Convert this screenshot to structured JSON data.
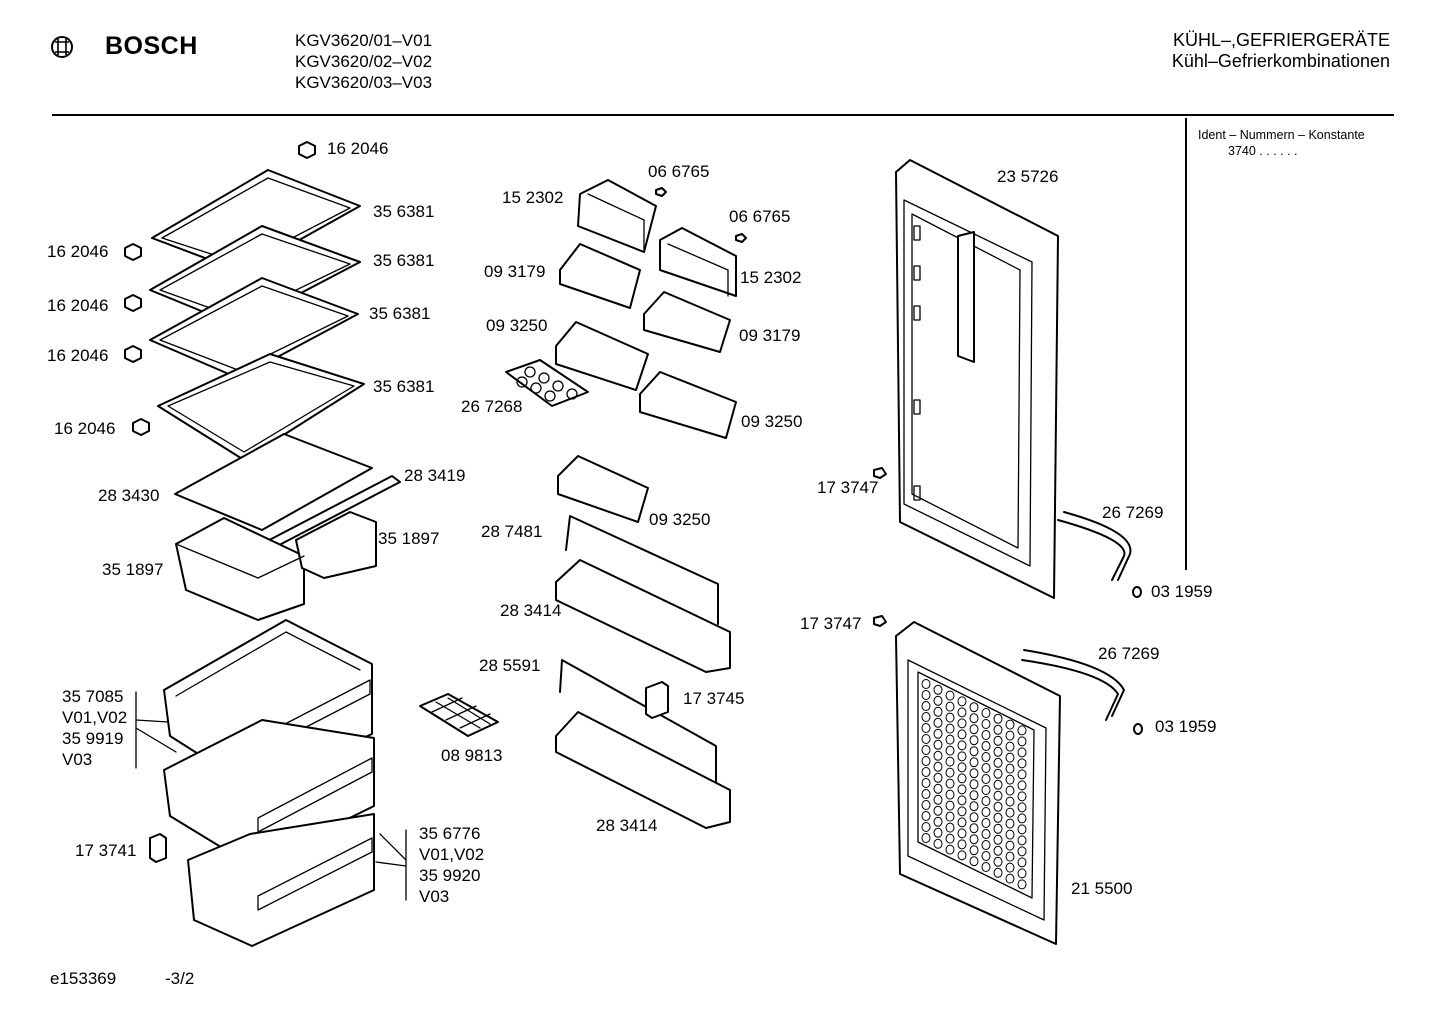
{
  "header": {
    "brand": "BOSCH",
    "models": [
      "KGV3620/01–V01",
      "KGV3620/02–V02",
      "KGV3620/03–V03"
    ],
    "category_line1": "KÜHL–,GEFRIERGERÄTE",
    "category_line2": "Kühl–Gefrierkombinationen"
  },
  "ident_box": {
    "title": "Ident – Nummern – Konstante",
    "value": "3740 . . . . . ."
  },
  "part_labels": {
    "p162046_top": "16 2046",
    "p162046_a": "16 2046",
    "p162046_b": "16 2046",
    "p162046_c": "16 2046",
    "p162046_d": "16 2046",
    "p356381_a": "35 6381",
    "p356381_b": "35 6381",
    "p356381_c": "35 6381",
    "p356381_d": "35 6381",
    "p283430": "28 3430",
    "p283419": "28 3419",
    "p351897_a": "35 1897",
    "p351897_b": "35 1897",
    "p357085": "35 7085",
    "v0102_a": "V01,V02",
    "p359919": "35 9919",
    "v03_a": "V03",
    "p173741": "17 3741",
    "p356776": "35 6776",
    "v0102_b": "V01,V02",
    "p359920": "35 9920",
    "v03_b": "V03",
    "p152302_a": "15 2302",
    "p066765_a": "06 6765",
    "p066765_b": "06 6765",
    "p152302_b": "15 2302",
    "p093179_a": "09 3179",
    "p093179_b": "09 3179",
    "p093250_a": "09 3250",
    "p093250_b": "09 3250",
    "p093250_c": "09 3250",
    "p267268": "26 7268",
    "p287481": "28 7481",
    "p283414_a": "28 3414",
    "p285591": "28 5591",
    "p173745": "17 3745",
    "p089813": "08 9813",
    "p283414_b": "28 3414",
    "p235726": "23 5726",
    "p173747_a": "17 3747",
    "p267269_a": "26 7269",
    "p031959_a": "03 1959",
    "p173747_b": "17 3747",
    "p267269_b": "26 7269",
    "p031959_b": "03 1959",
    "p215500": "21 5500"
  },
  "footer": {
    "drawing_id": "e153369",
    "page": "-3/2"
  }
}
